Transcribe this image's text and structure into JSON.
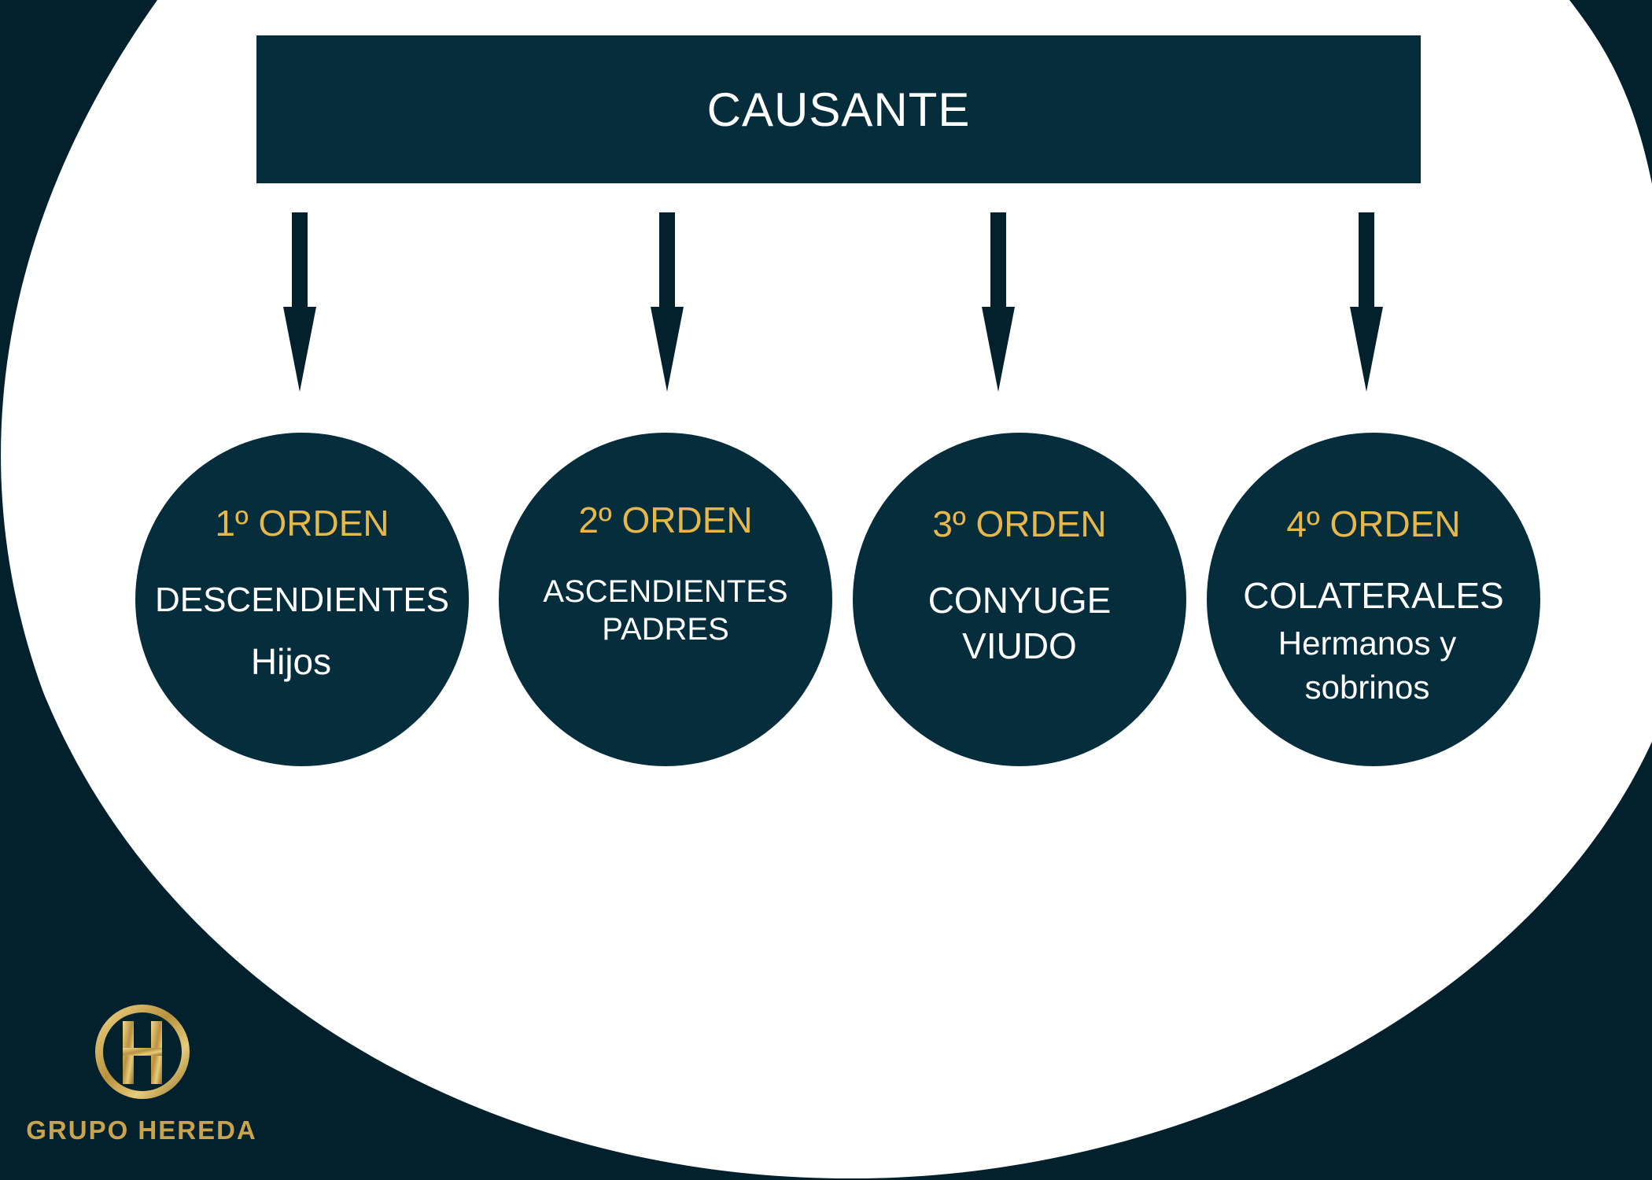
{
  "colors": {
    "background": "#03212c",
    "panel": "#ffffff",
    "node_fill": "#062d3c",
    "order_text": "#e6b84a",
    "node_text": "#ffffff",
    "brand_gold": "#c9a34e"
  },
  "diagram": {
    "root": {
      "label": "CAUSANTE"
    },
    "nodes": [
      {
        "order": "1º ORDEN",
        "lines": [
          "DESCENDIENTES",
          "Hijos"
        ]
      },
      {
        "order": "2º ORDEN",
        "lines": [
          "ASCENDIENTES",
          "PADRES"
        ]
      },
      {
        "order": "3º ORDEN",
        "lines": [
          "CONYUGE",
          "VIUDO"
        ]
      },
      {
        "order": "4º ORDEN",
        "lines": [
          "COLATERALES",
          "Hermanos y",
          "sobrinos"
        ]
      }
    ]
  },
  "brand": {
    "name": "GRUPO HEREDA",
    "icon": "hereda-h-logo-icon"
  }
}
